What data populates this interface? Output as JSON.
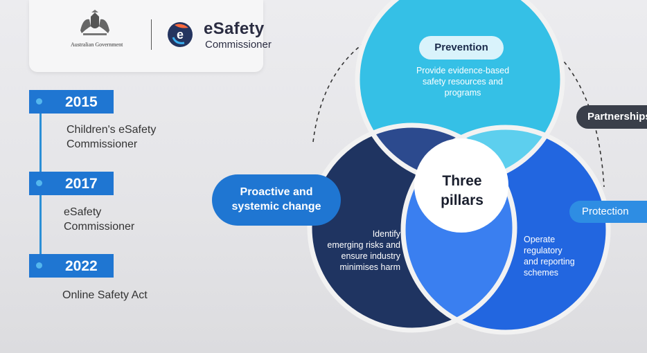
{
  "logo": {
    "government": "Australian Government",
    "brand_main": "eSafety",
    "brand_sub": "Commissioner"
  },
  "timeline": [
    {
      "year": "2015",
      "label_line1": "Children's eSafety",
      "label_line2": "Commissioner"
    },
    {
      "year": "2017",
      "label_line1": "eSafety",
      "label_line2": "Commissioner"
    },
    {
      "year": "2022",
      "label_line1": "Online Safety Act",
      "label_line2": ""
    }
  ],
  "diagram": {
    "center_line1": "Three",
    "center_line2": "pillars",
    "prevention": {
      "title": "Prevention",
      "desc_line1": "Provide evidence-based",
      "desc_line2": "safety resources and",
      "desc_line3": "programs"
    },
    "proactive": {
      "title_line1": "Proactive and",
      "title_line2": "systemic change",
      "desc_line1": "Identify",
      "desc_line2": "emerging risks and",
      "desc_line3": "ensure industry",
      "desc_line4": "minimises harm"
    },
    "protection": {
      "title": "Protection",
      "desc_line1": "Operate",
      "desc_line2": "regulatory",
      "desc_line3": "and reporting",
      "desc_line4": "schemes"
    },
    "partnerships_label": "Partnerships"
  },
  "colors": {
    "prevention": "#35c0e6",
    "prevention_light": "#5dcfee",
    "proactive": "#1f3461",
    "proactive_mid": "#2c4a8e",
    "protection": "#2266e0",
    "protection_mid": "#3a7ff0",
    "timeline_tag": "#1f76d2"
  }
}
